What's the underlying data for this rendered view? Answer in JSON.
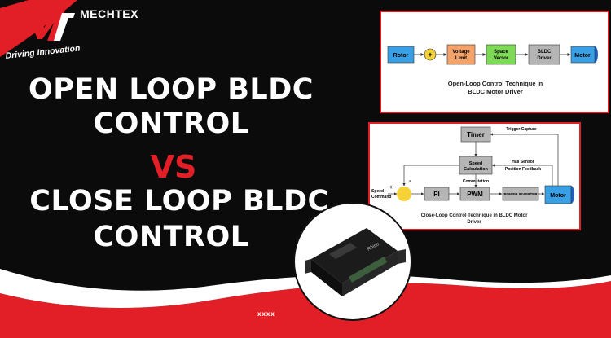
{
  "brand": {
    "name": "MECHTEX",
    "tagline": "Driving Innovation",
    "accent": "#e21e26"
  },
  "headline": {
    "line1": "OPEN LOOP BLDC",
    "line2": "CONTROL",
    "vs": "VS",
    "line3": "CLOSE LOOP BLDC",
    "line4": "CONTROL"
  },
  "open_loop": {
    "caption": "Open-Loop Control Technique in BLDC Motor Driver",
    "caption_line1": "Open-Loop Control Technique in",
    "caption_line2": "BLDC Motor Driver",
    "blocks": {
      "rotor": "Rotor",
      "sum": "+",
      "voltage_limit_1": "Voltage",
      "voltage_limit_2": "Limit",
      "space_vector_1": "Space",
      "space_vector_2": "Vector",
      "bldc_driver_1": "BLDC",
      "bldc_driver_2": "Driver",
      "motor": "Motor"
    }
  },
  "closed_loop": {
    "caption_line1": "Close-Loop Control Technique in BLDC Motor",
    "caption_line2": "Driver",
    "blocks": {
      "timer": "Timer",
      "trigger_capture": "Trigger Capture",
      "speed_calc_1": "Speed",
      "speed_calc_2": "Calculation",
      "hall_sensor": "Hall Sensor",
      "position_feedback": "Position Feedback",
      "speed_command_1": "Speed",
      "speed_command_2": "Command",
      "plus": "+",
      "minus": "-",
      "pi": "PI",
      "pwm": "PWM",
      "commutation": "Commutation",
      "power_inverter": "POWER INVERTER",
      "motor": "Motor"
    }
  },
  "device_label": "Rhino",
  "footer": "xxxx"
}
